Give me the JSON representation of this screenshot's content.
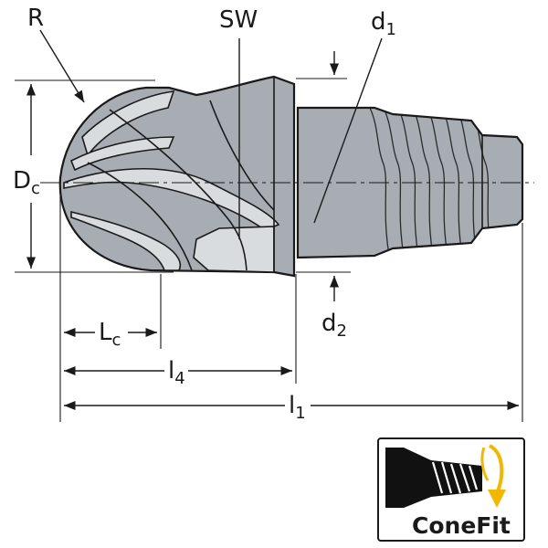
{
  "labels": {
    "R": "R",
    "SW": "SW",
    "d1_main": "d",
    "d1_sub": "1",
    "Dc_main": "D",
    "Dc_sub": "c",
    "d2_main": "d",
    "d2_sub": "2",
    "Lc_main": "L",
    "Lc_sub": "c",
    "l4_main": "l",
    "l4_sub": "4",
    "l1_main": "l",
    "l1_sub": "1"
  },
  "logo": {
    "text": "ConeFit",
    "arrow_color": "#f2b705"
  },
  "colors": {
    "tool_body": "#a8adb3",
    "tool_highlight": "#d9dcdf",
    "line": "#1a1a1a"
  }
}
